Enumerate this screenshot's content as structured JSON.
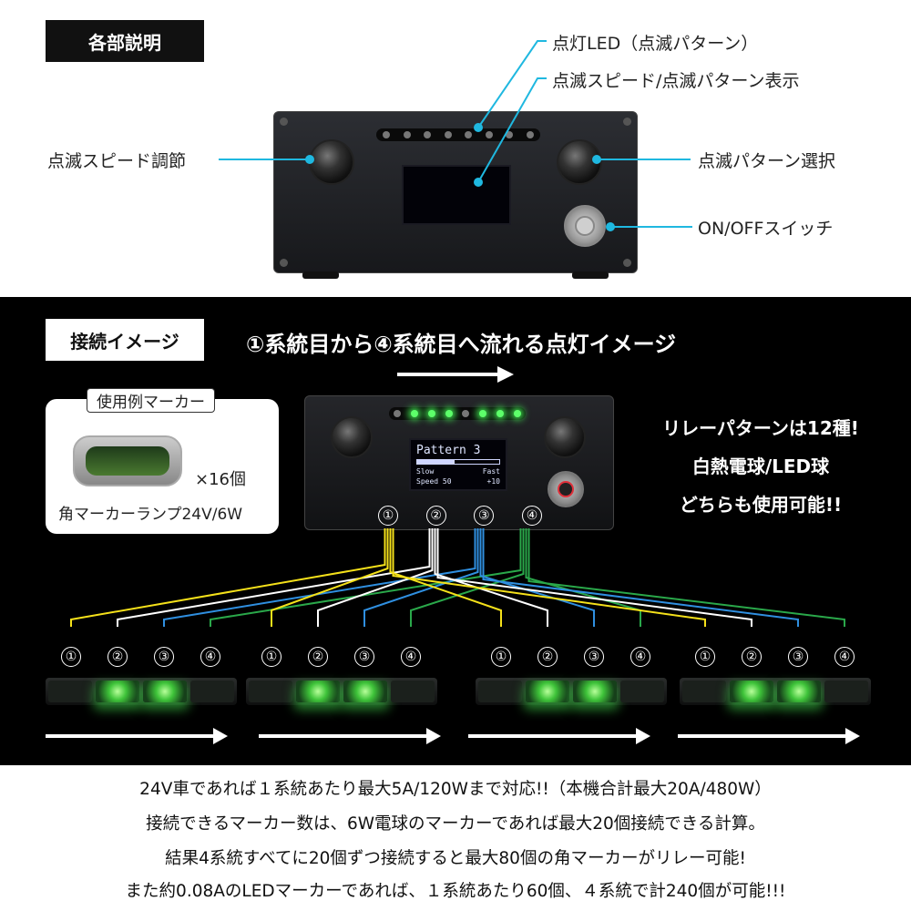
{
  "section1": {
    "title": "各部説明",
    "callouts": {
      "led": "点灯LED（点滅パターン）",
      "display": "点滅スピード/点滅パターン表示",
      "speed": "点滅スピード調節",
      "pattern": "点滅パターン選択",
      "switch": "ON/OFFスイッチ"
    }
  },
  "section2": {
    "title": "接続イメージ",
    "headline": "①系統目から④系統目へ流れる点灯イメージ",
    "example_box": {
      "title": "使用例マーカー",
      "multiplier": "×16個",
      "caption": "角マーカーランプ24V/6W"
    },
    "device_screen": {
      "pattern": "Pattern 3",
      "slow": "Slow",
      "fast": "Fast",
      "speed": "Speed 50",
      "offset": "+10"
    },
    "device_ports": [
      "①",
      "②",
      "③",
      "④"
    ],
    "right_text": {
      "line1": "リレーパターンは12種!",
      "line2": "白熱電球/LED球",
      "line3": "どちらも使用可能!!"
    },
    "group_labels": [
      "①",
      "②",
      "③",
      "④"
    ],
    "wire_colors": [
      "#f5e11a",
      "#ffffff",
      "#2f8fe0",
      "#2aa84a"
    ]
  },
  "bottom": {
    "line1": "24V車であれば１系統あたり最大5A/120Wまで対応!!（本機合計最大20A/480W）",
    "line2": "接続できるマーカー数は、6W電球のマーカーであれば最大20個接続できる計算。",
    "line3": "結果4系統すべてに20個ずつ接続すると最大80個の角マーカーがリレー可能!",
    "line4": "また約0.08AのLEDマーカーであれば、１系統あたり60個、４系統で計240個が可能!!!"
  }
}
